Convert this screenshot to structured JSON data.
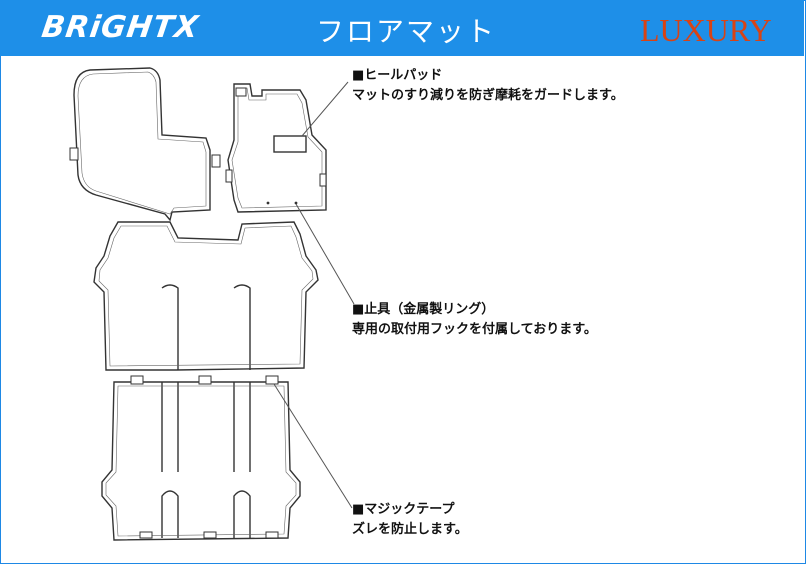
{
  "header": {
    "brand": "BRiGHTX",
    "title": "フロアマット",
    "grade": "LUXURY",
    "background_color": "#1e8fe8",
    "grade_color": "#d84315"
  },
  "callouts": [
    {
      "heading": "■ヒールパッド",
      "description": "マットのすり減りを防ぎ摩耗をガードします。"
    },
    {
      "heading": "■止具（金属製リング）",
      "description": "専用の取付用フックを付属しております。"
    },
    {
      "heading": "■マジックテープ",
      "description": "ズレを防止します。"
    }
  ],
  "colors": {
    "mat_outline": "#333333",
    "mat_fill": "#ffffff"
  }
}
